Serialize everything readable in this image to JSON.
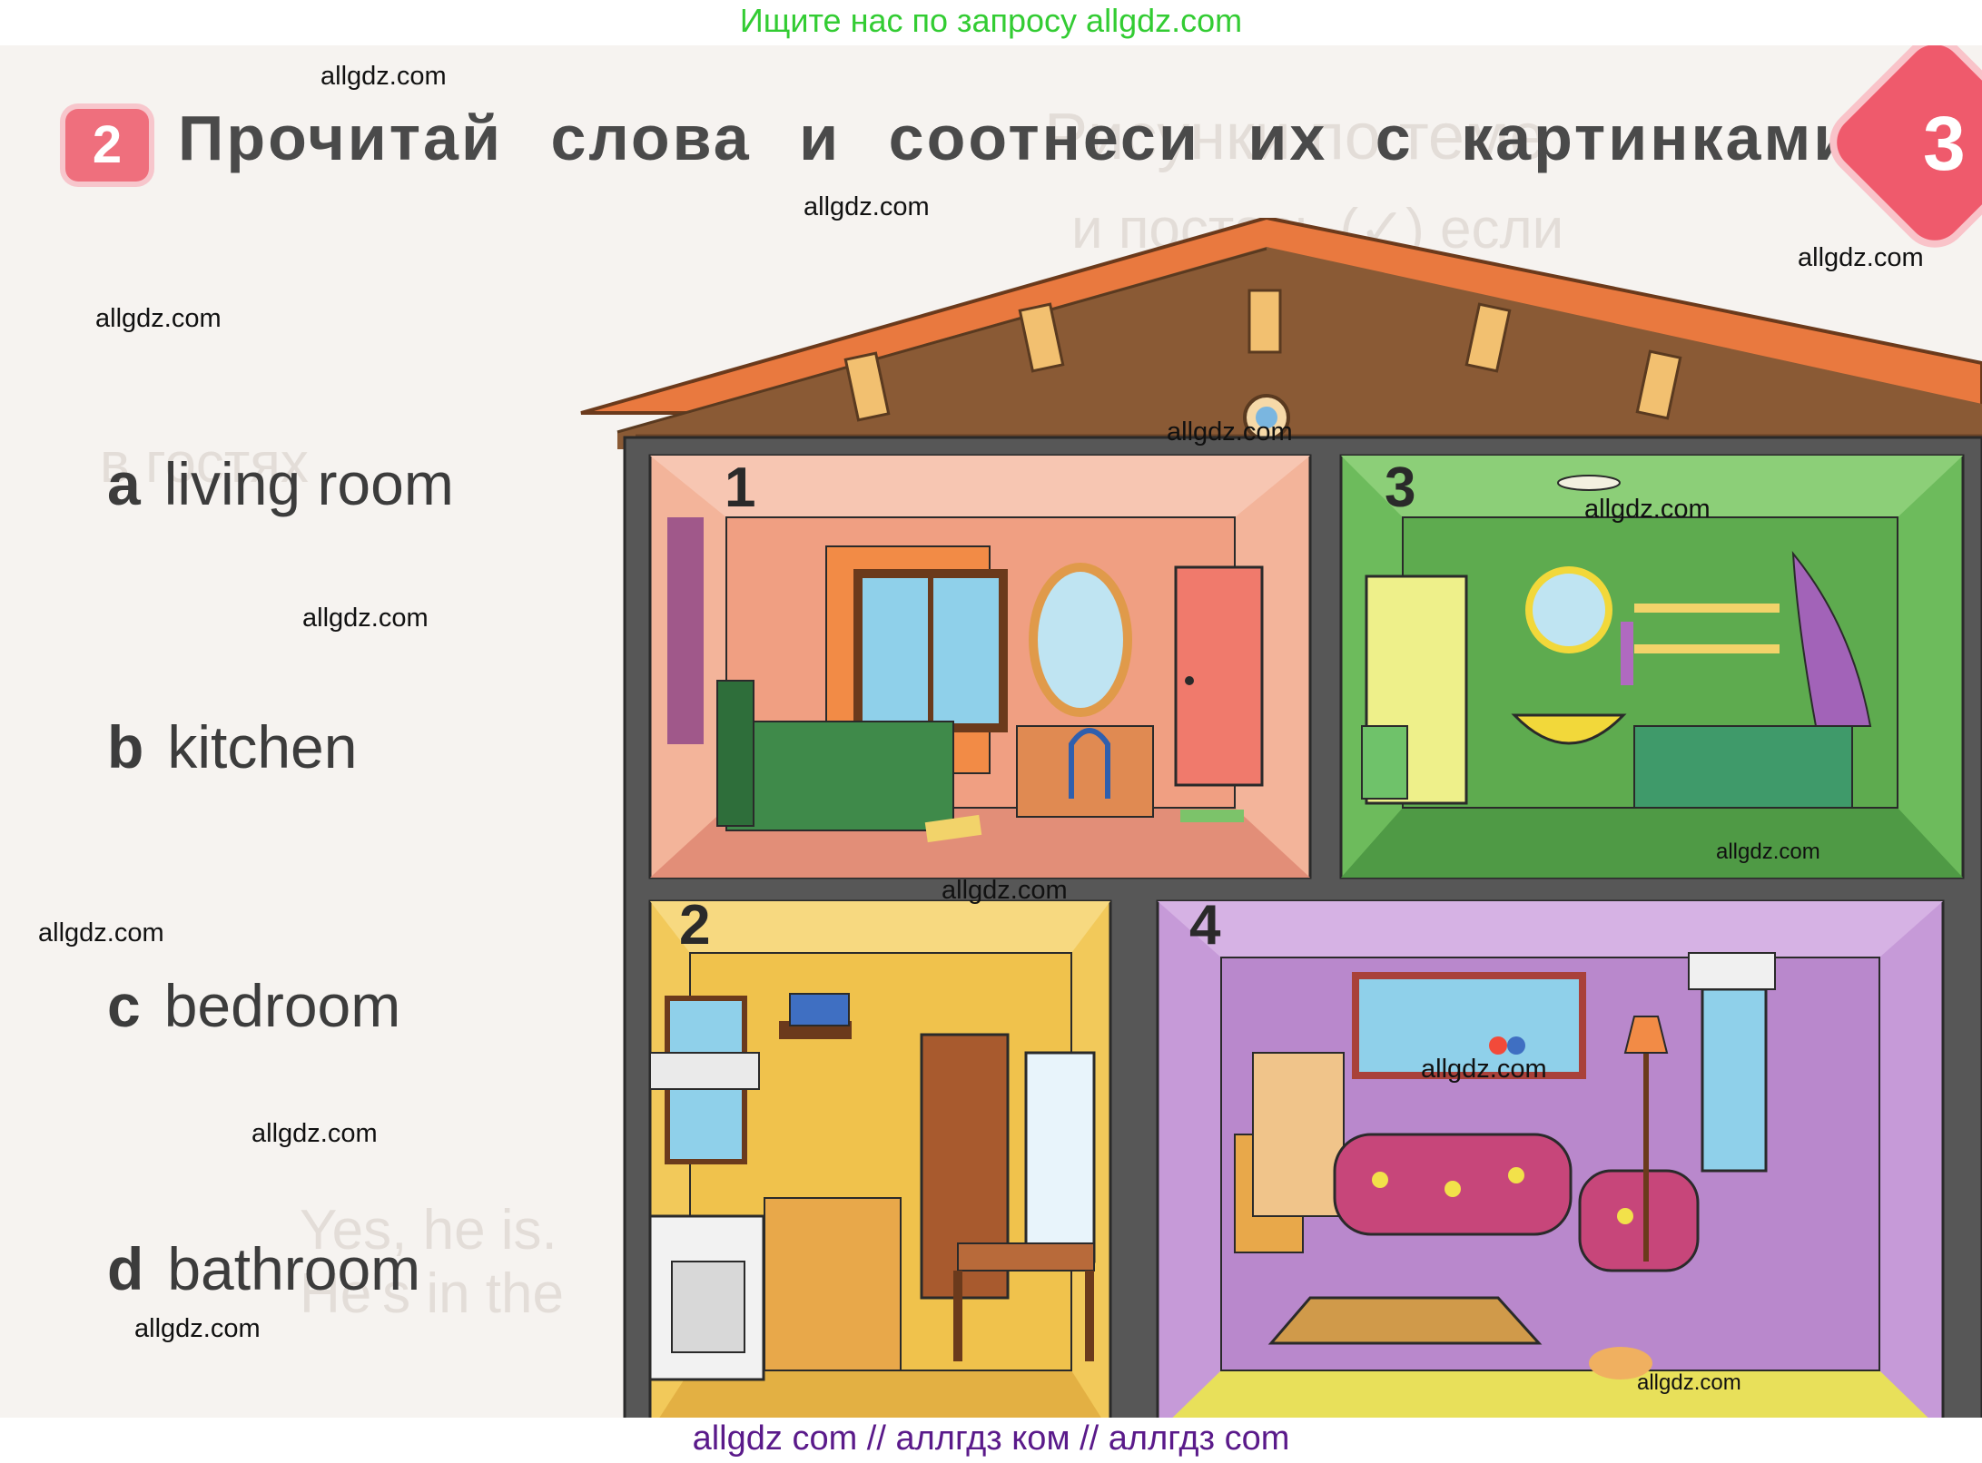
{
  "top_banner": "Ищите нас по запросу allgdz.com",
  "bottom_banner": "allgdz com  //  аллгдз ком  //  аллгдз com",
  "task": {
    "number": "2",
    "instruction": "Прочитай слова и соотнеси их с картинками."
  },
  "page_number": "3",
  "words": [
    {
      "letter": "a",
      "word": "living room"
    },
    {
      "letter": "b",
      "word": "kitchen"
    },
    {
      "letter": "c",
      "word": "bedroom"
    },
    {
      "letter": "d",
      "word": "bathroom"
    }
  ],
  "rooms": [
    {
      "number": "1"
    },
    {
      "number": "3"
    },
    {
      "number": "2"
    },
    {
      "number": "4"
    }
  ],
  "watermark": "allgdz.com",
  "colors": {
    "roof": "#e9793f",
    "bedroom": "#f2a98a",
    "bathroom": "#5fae4e",
    "kitchen": "#f2c95a",
    "living_room": "#c69ad8",
    "frame": "#575757"
  }
}
